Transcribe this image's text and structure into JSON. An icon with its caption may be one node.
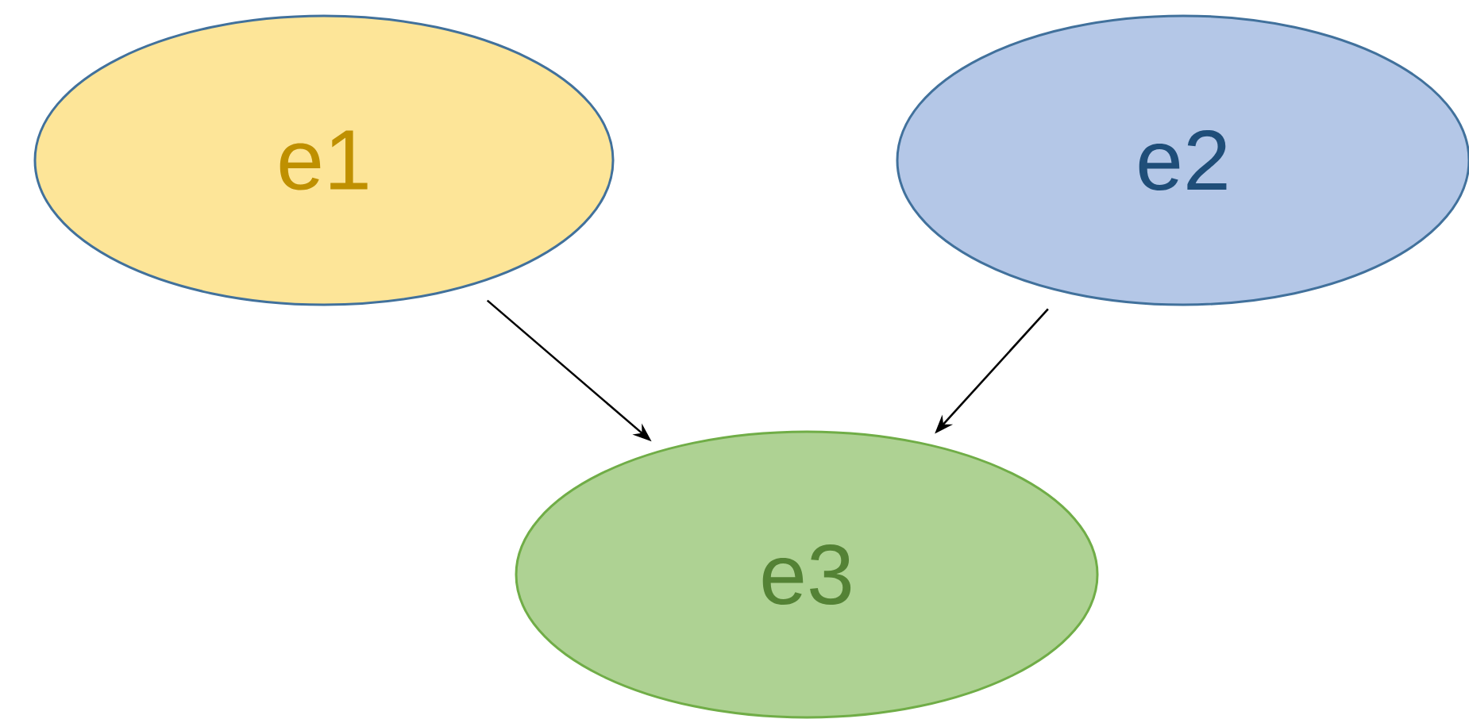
{
  "diagram": {
    "nodes": [
      {
        "text": [
          "e1"
        ]
      },
      {
        "text": [
          "e2"
        ]
      },
      {
        "text": [
          "e3"
        ]
      }
    ],
    "edges": [
      {
        "from": 0,
        "to": 2,
        "arrow": "to"
      },
      {
        "from": 1,
        "to": 2,
        "arrow": "to"
      }
    ]
  }
}
